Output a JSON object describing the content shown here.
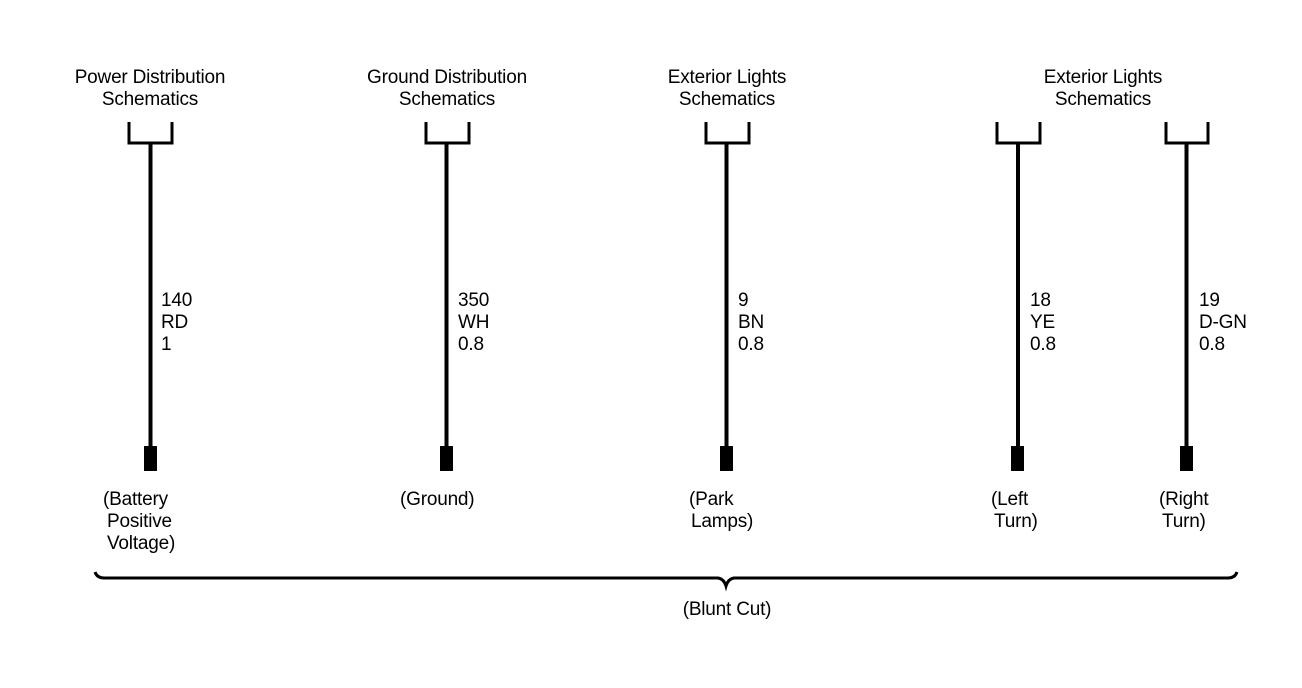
{
  "headers": [
    {
      "line1": "Power Distribution",
      "line2": "Schematics"
    },
    {
      "line1": "Ground Distribution",
      "line2": "Schematics"
    },
    {
      "line1": "Exterior Lights",
      "line2": "Schematics"
    },
    {
      "line1": "Exterior Lights",
      "line2": "Schematics"
    }
  ],
  "wires": [
    {
      "circuit": "140",
      "color": "RD",
      "gauge": "1",
      "desc": [
        "(Battery",
        "Positive",
        "Voltage)"
      ]
    },
    {
      "circuit": "350",
      "color": "WH",
      "gauge": "0.8",
      "desc": [
        "(Ground)"
      ]
    },
    {
      "circuit": "9",
      "color": "BN",
      "gauge": "0.8",
      "desc": [
        "(Park",
        "Lamps)"
      ]
    },
    {
      "circuit": "18",
      "color": "YE",
      "gauge": "0.8",
      "desc": [
        "(Left",
        "Turn)"
      ]
    },
    {
      "circuit": "19",
      "color": "D-GN",
      "gauge": "0.8",
      "desc": [
        "(Right",
        "Turn)"
      ]
    }
  ],
  "footer": {
    "label": "(Blunt Cut)"
  }
}
